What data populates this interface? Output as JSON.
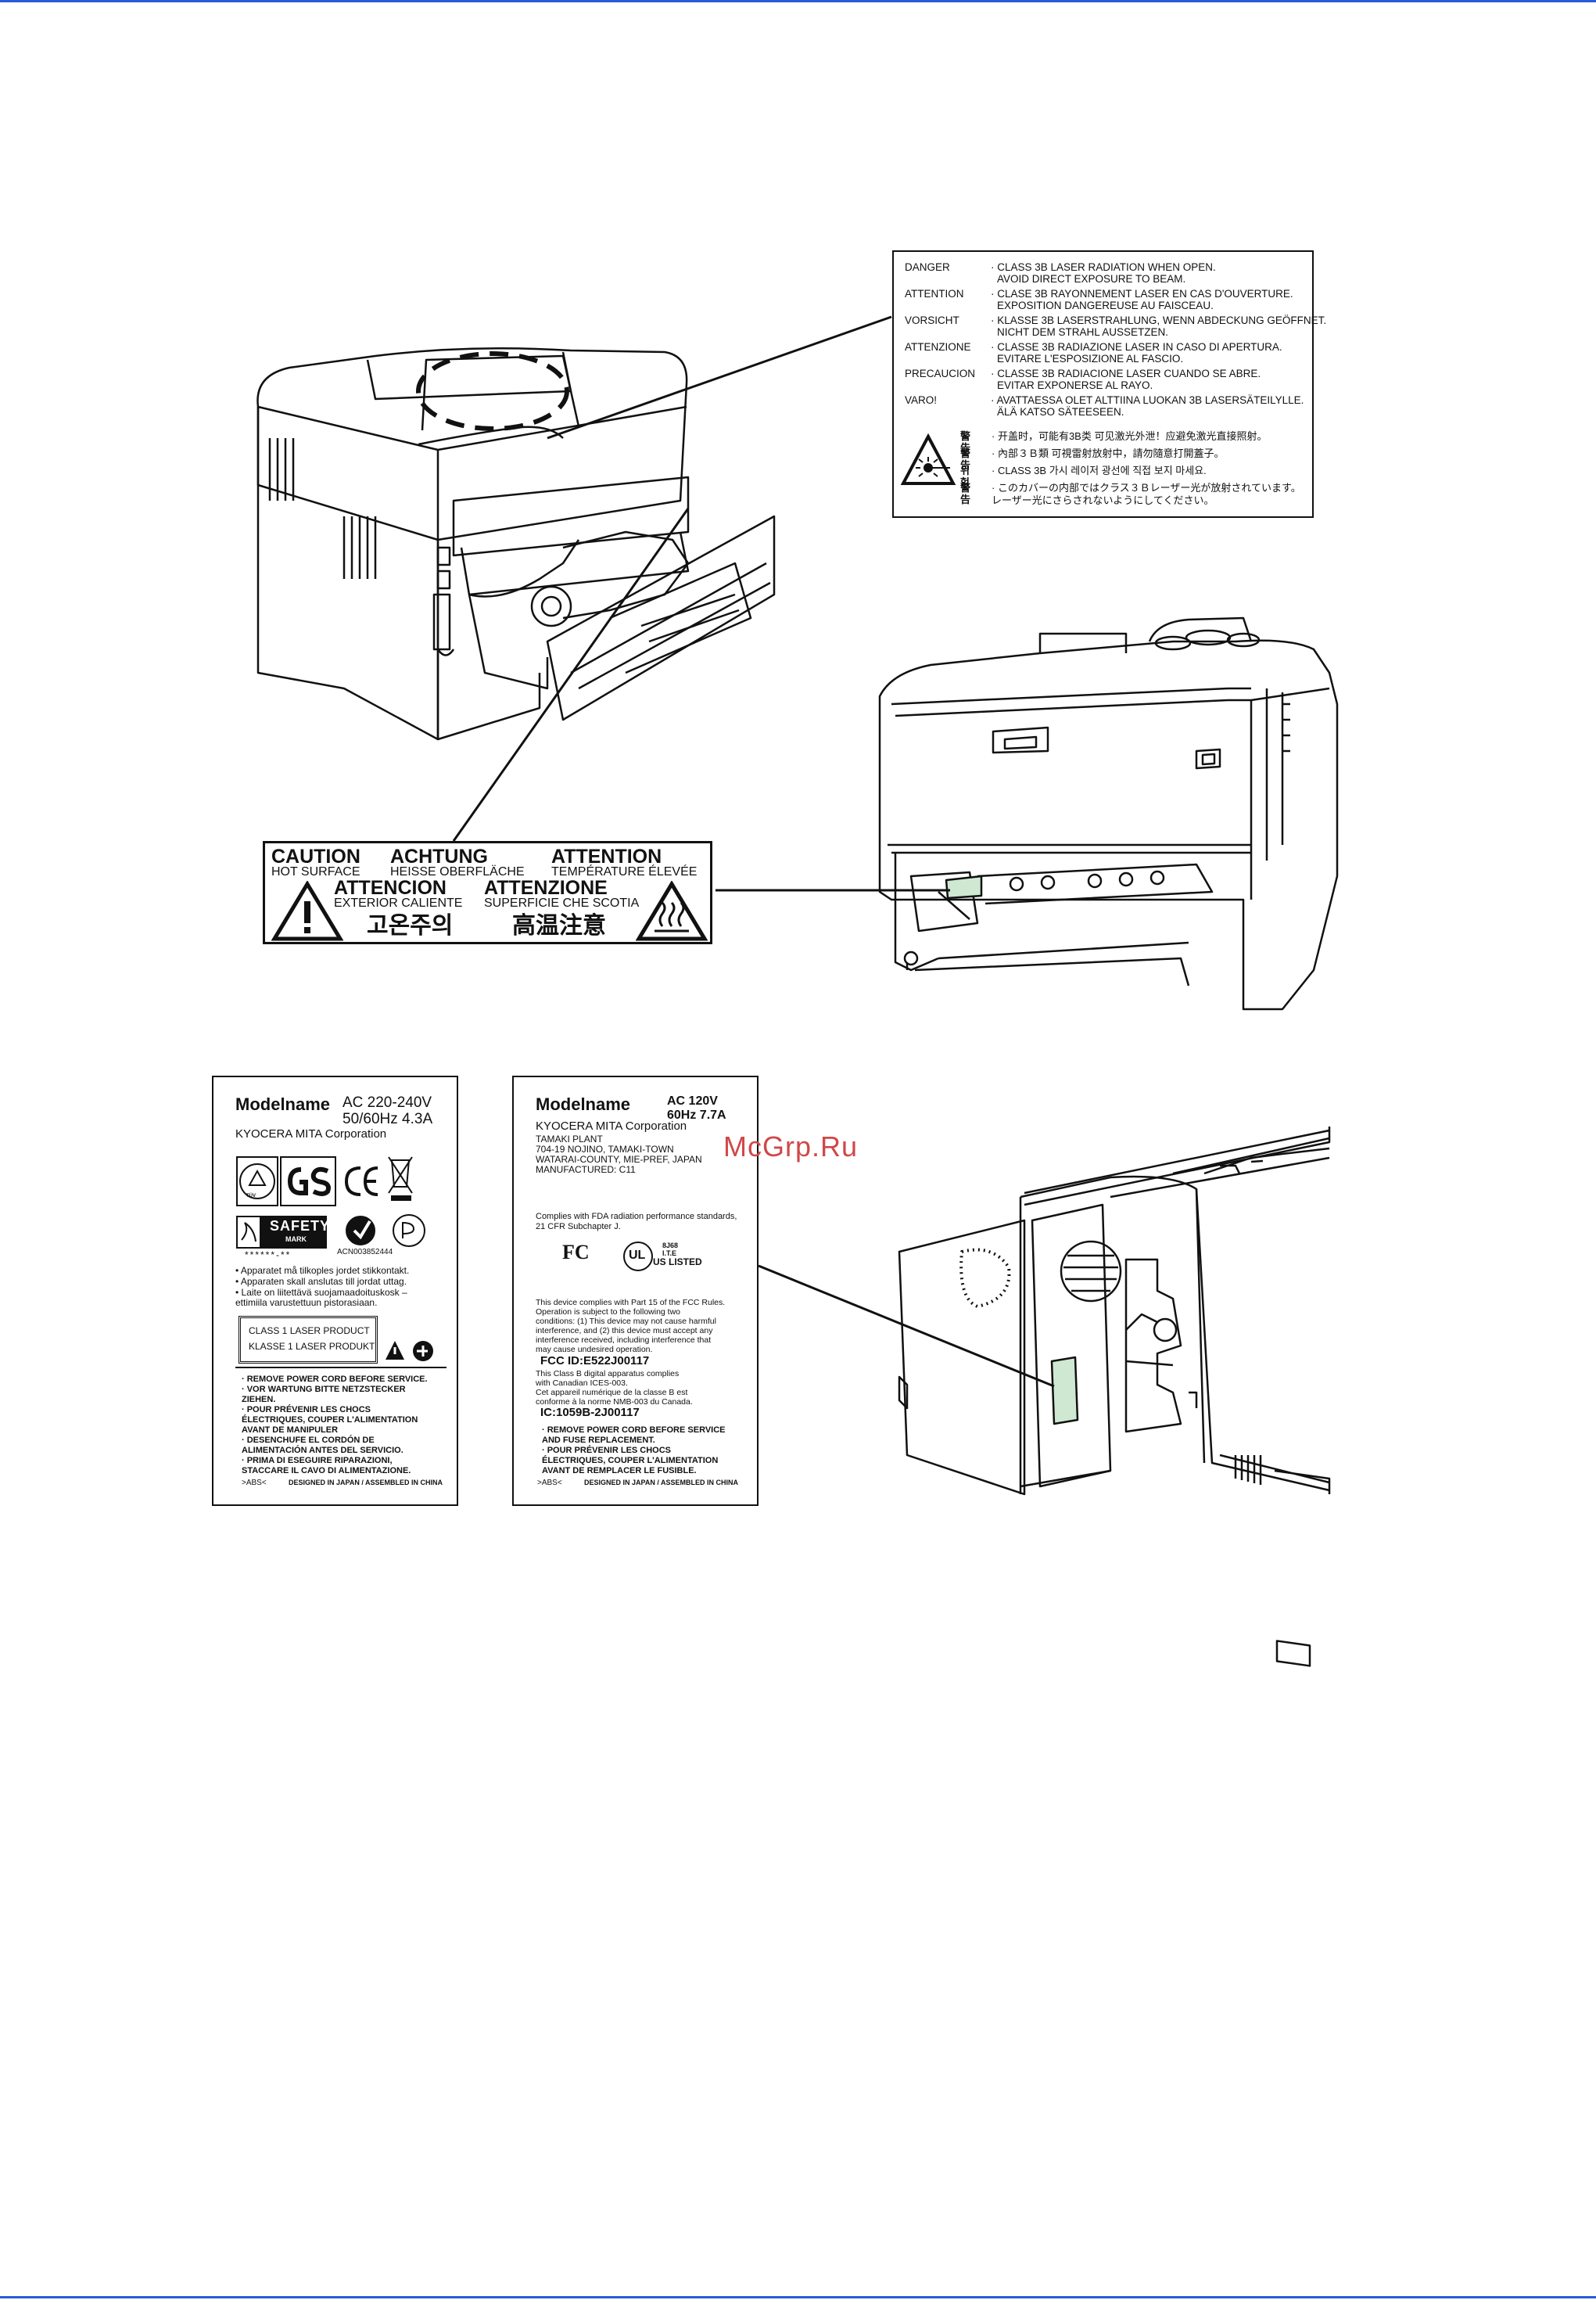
{
  "colors": {
    "rule": "#2a5bd7",
    "ink": "#111111",
    "label_fill": "#cfe8d2",
    "watermark": "#d04848"
  },
  "laser_label": {
    "rows": [
      {
        "lang": "DANGER",
        "l1": "· CLASS 3B LASER RADIATION WHEN OPEN.",
        "l2": "AVOID DIRECT EXPOSURE TO BEAM."
      },
      {
        "lang": "ATTENTION",
        "l1": "· CLASE 3B RAYONNEMENT LASER EN CAS D'OUVERTURE.",
        "l2": "EXPOSITION DANGEREUSE AU FAISCEAU."
      },
      {
        "lang": "VORSICHT",
        "l1": "· KLASSE 3B LASERSTRAHLUNG, WENN ABDECKUNG GEÖFFNET.",
        "l2": "NICHT DEM STRAHL AUSSETZEN."
      },
      {
        "lang": "ATTENZIONE",
        "l1": "· CLASSE 3B RADIAZIONE LASER IN CASO DI APERTURA.",
        "l2": "EVITARE L'ESPOSIZIONE AL FASCIO."
      },
      {
        "lang": "PRECAUCION",
        "l1": "· CLASSE 3B RADIACIONE LASER CUANDO SE ABRE.",
        "l2": "EVITAR EXPONERSE AL RAYO."
      },
      {
        "lang": "VARO!",
        "l1": "· AVATTAESSA OLET ALTTIINA LUOKAN 3B LASERSÄTEILYLLE.",
        "l2": "ÄLÄ KATSO SÄTEESEEN."
      }
    ],
    "cjk": [
      {
        "k": "警告",
        "v": "· 开盖时，可能有3B类 可见激光外泄！应避免激光直接照射。"
      },
      {
        "k": "警告",
        "v": "· 內部３Ｂ類 可視雷射放射中，請勿隨意打開蓋子。"
      },
      {
        "k": "위험",
        "v": "· CLASS 3B 가시 레이저 광선에 직접 보지 마세요."
      },
      {
        "k": "警告",
        "v": "· このカバーの内部ではクラス３Ｂレーザー光が放射されています。"
      },
      {
        "k": "",
        "v": "レーザー光にさらされないようにしてください。"
      }
    ]
  },
  "caution_label": {
    "caution": "CAUTION",
    "caution_sub": "HOT SURFACE",
    "achtung": "ACHTUNG",
    "achtung_sub": "HEISSE OBERFLÄCHE",
    "attention": "ATTENTION",
    "attention_sub": "TEMPÉRATURE ÉLEVÉE",
    "atencion": "ATTENCION",
    "atencion_sub": "EXTERIOR CALIENTE",
    "attenzione": "ATTENZIONE",
    "attenzione_sub": "SUPERFICIE CHE SCOTIA",
    "korean": "고온주의",
    "chinese": "高温注意"
  },
  "plate_eu": {
    "model": "Modelname",
    "rating1": "AC 220-240V",
    "rating2": "50/60Hz 4.3A",
    "maker": "KYOCERA MITA Corporation",
    "mark_tuv": "TÜV",
    "mark_safety": "SAFETY",
    "mark_safety_sub": "MARK",
    "serial": "******-**",
    "acn": "ACN003852444",
    "notes": [
      "• Apparatet må tilkoples jordet stikkontakt.",
      "• Apparaten skall anslutas till jordat uttag.",
      "• Laite on liitettävä suojamaadoituskosk –",
      "   ettimiila varustettuun pistorasiaan."
    ],
    "class1": "CLASS 1 LASER PRODUCT",
    "class1b": "KLASSE 1 LASER PRODUKT",
    "warnings": [
      "· REMOVE POWER CORD BEFORE SERVICE.",
      "· VOR WARTUNG BITTE NETZSTECKER",
      "  ZIEHEN.",
      "· POUR PRÉVENIR LES CHOCS",
      "  ÉLECTRIQUES, COUPER L'ALIMENTATION",
      "  AVANT DE MANIPULER",
      "· DESENCHUFE EL CORDÓN DE",
      "  ALIMENTACIÓN ANTES DEL SERVICIO.",
      "· PRIMA DI ESEGUIRE RIPARAZIONI,",
      "  STACCARE IL CAVO DI ALIMENTAZIONE."
    ],
    "foot_left": ">ABS<",
    "foot_right": "DESIGNED IN JAPAN / ASSEMBLED IN CHINA"
  },
  "plate_us": {
    "model": "Modelname",
    "rating1": "AC 120V",
    "rating2": "60Hz 7.7A",
    "maker": "KYOCERA MITA Corporation",
    "plant": [
      "TAMAKI PLANT",
      "704-19 NOJINO, TAMAKI-TOWN",
      "WATARAI-COUNTY, MIE-PREF, JAPAN",
      "MANUFACTURED:  C11"
    ],
    "fda": [
      "Complies with FDA radiation performance standards,",
      "21 CFR Subchapter J."
    ],
    "fc": "FC",
    "ul": "UL",
    "ul_listed": "US LISTED",
    "ul_code": "8J68",
    "ul_ite": "I.T.E",
    "fcc_text": [
      "This device complies with Part 15 of the FCC Rules.",
      "Operation is subject to the following two",
      "conditions: (1) This device may  not cause harmful",
      "interference, and (2) this device must  accept any",
      "interference received, including interference that",
      "may cause undesired operation."
    ],
    "fcc_id": "FCC ID:E522J00117",
    "ices": [
      "This Class B digital apparatus complies",
      "with Canadian ICES-003.",
      "Cet appareil numérique de la classe B est",
      "conforme à la norme NMB-003 du Canada."
    ],
    "ic": "IC:1059B-2J00117",
    "warnings": [
      "· REMOVE POWER CORD BEFORE SERVICE",
      "  AND FUSE REPLACEMENT.",
      "· POUR PRÉVENIR LES CHOCS",
      "  ÉLECTRIQUES, COUPER L'ALIMENTATION",
      "  AVANT DE REMPLACER LE FUSIBLE."
    ],
    "foot_left": ">ABS<",
    "foot_right": "DESIGNED IN JAPAN / ASSEMBLED IN CHINA"
  },
  "watermark": "McGrp.Ru"
}
